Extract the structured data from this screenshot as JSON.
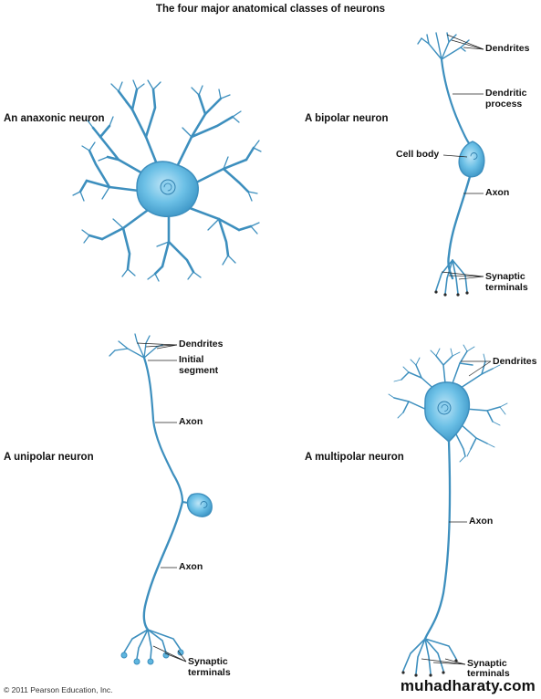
{
  "title": "The four major anatomical classes of neurons",
  "neurons": {
    "anaxonic": {
      "heading": "An anaxonic neuron"
    },
    "bipolar": {
      "heading": "A bipolar neuron",
      "labels": {
        "dendrites": "Dendrites",
        "dendritic_process_1": "Dendritic",
        "dendritic_process_2": "process",
        "cell_body": "Cell body",
        "axon": "Axon",
        "synaptic_1": "Synaptic",
        "synaptic_2": "terminals"
      }
    },
    "unipolar": {
      "heading": "A unipolar neuron",
      "labels": {
        "dendrites": "Dendrites",
        "initial_1": "Initial",
        "initial_2": "segment",
        "axon_upper": "Axon",
        "axon_lower": "Axon",
        "synaptic_1": "Synaptic",
        "synaptic_2": "terminals"
      }
    },
    "multipolar": {
      "heading": "A multipolar neuron",
      "labels": {
        "dendrites": "Dendrites",
        "axon": "Axon",
        "synaptic_1": "Synaptic",
        "synaptic_2": "terminals"
      }
    }
  },
  "copyright": "© 2011 Pearson Education, Inc.",
  "watermark": "muhadharaty.com",
  "colors": {
    "neuron_fill": "#5fb6df",
    "neuron_stroke": "#3d8fbe",
    "leader_line": "#222222"
  }
}
